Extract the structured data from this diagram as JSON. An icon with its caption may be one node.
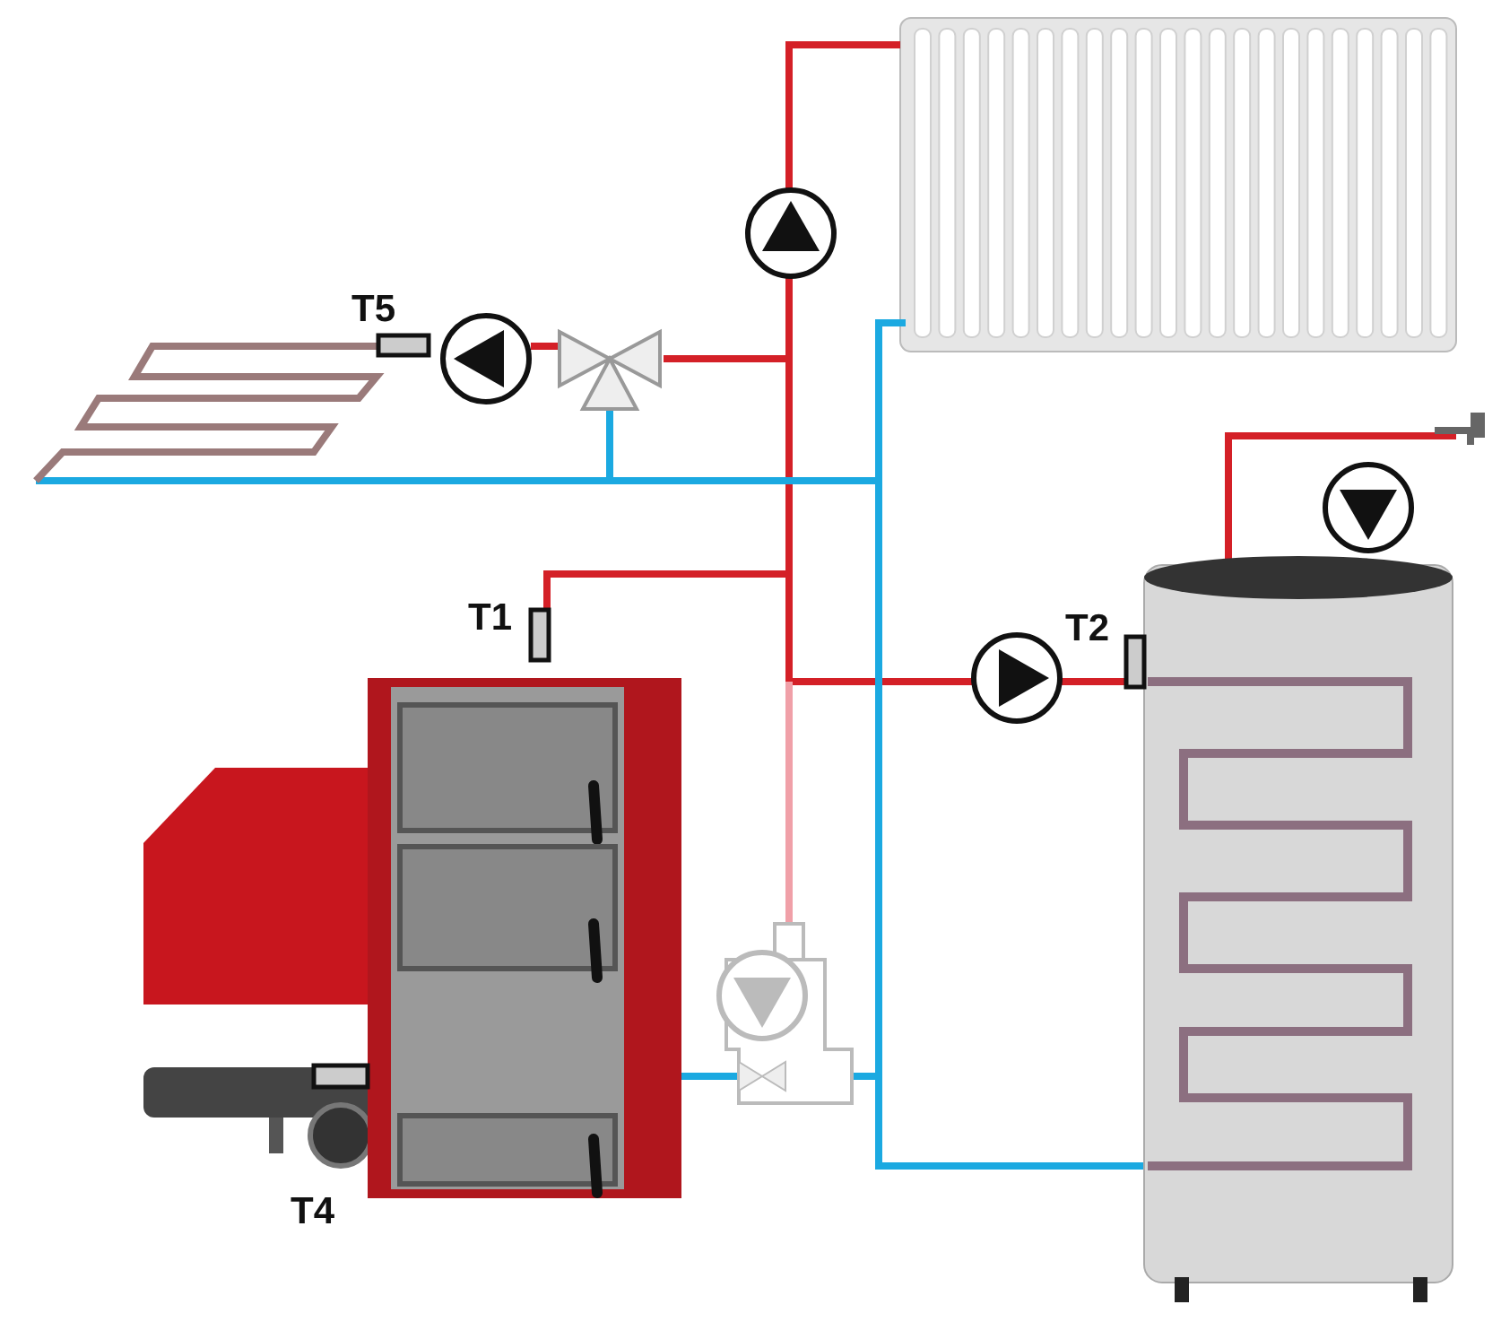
{
  "diagram": {
    "labels": [
      "T5",
      "T1",
      "T2",
      "T4"
    ]
  }
}
